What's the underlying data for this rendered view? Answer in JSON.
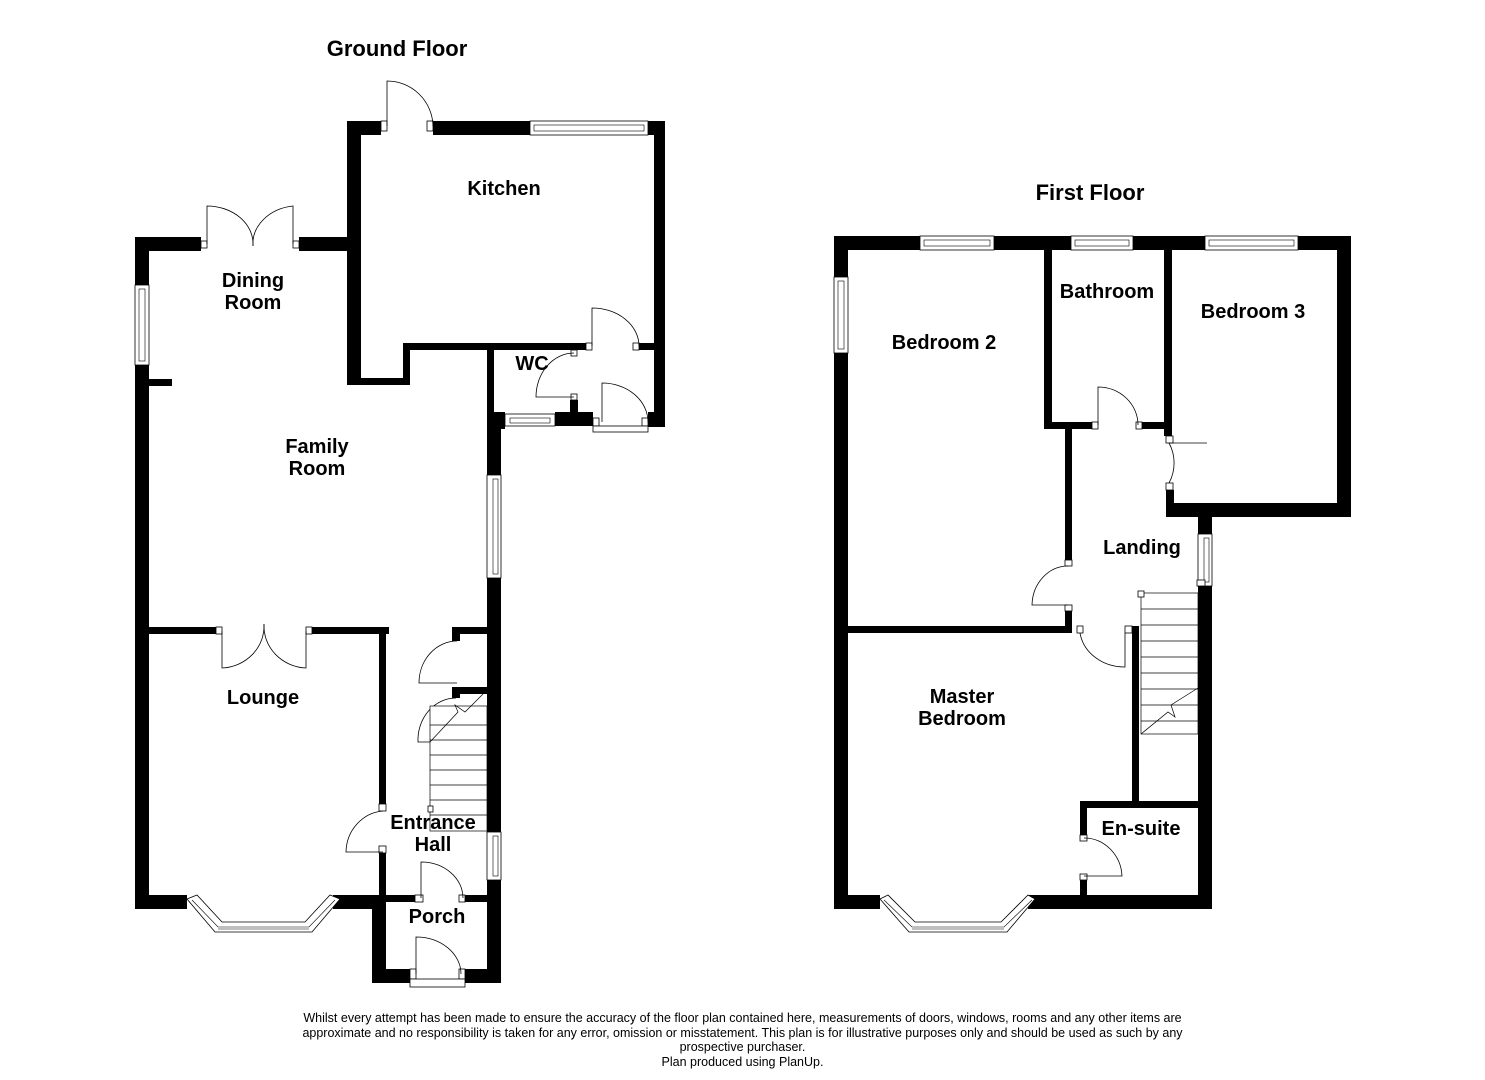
{
  "floors": {
    "ground": {
      "title": "Ground Floor",
      "rooms": {
        "kitchen": "Kitchen",
        "dining_1": "Dining",
        "dining_2": "Room",
        "wc": "WC",
        "family_1": "Family",
        "family_2": "Room",
        "lounge": "Lounge",
        "entrance_1": "Entrance",
        "entrance_2": "Hall",
        "porch": "Porch"
      }
    },
    "first": {
      "title": "First Floor",
      "rooms": {
        "bedroom2": "Bedroom 2",
        "bathroom": "Bathroom",
        "bedroom3": "Bedroom 3",
        "landing": "Landing",
        "master_1": "Master",
        "master_2": "Bedroom",
        "ensuite": "En-suite"
      }
    }
  },
  "disclaimer": {
    "line1": "Whilst every attempt has been made to ensure the accuracy of the floor plan contained here, measurements of doors, windows, rooms and any other items are",
    "line2": "approximate and no responsibility is taken for any error, omission or misstatement. This plan is for illustrative purposes only and should be used as such by any",
    "line3": "prospective purchaser.",
    "line4": "Plan produced using PlanUp."
  },
  "colors": {
    "wall": "#000000",
    "background": "#ffffff"
  }
}
